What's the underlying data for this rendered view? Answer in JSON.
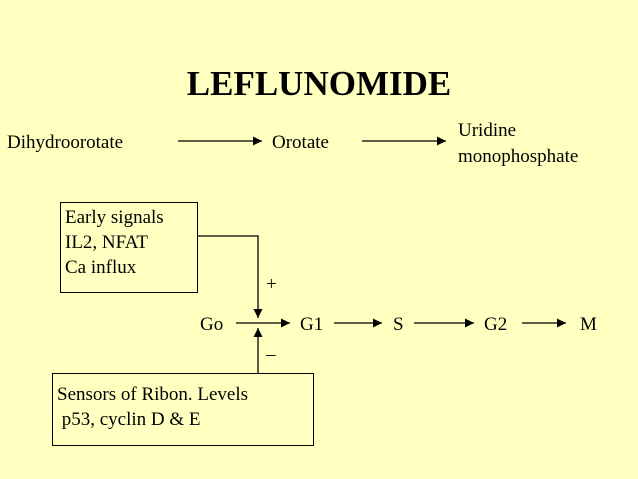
{
  "title": "LEFLUNOMIDE",
  "pathway": {
    "step1": "Dihydroorotate",
    "step2": "Orotate",
    "step3_line1": "Uridine",
    "step3_line2": "monophosphate"
  },
  "box_top": [
    "Early signals",
    "IL2, NFAT",
    "Ca influx"
  ],
  "box_bottom": [
    "Sensors of Ribon. Levels",
    " p53, cyclin D & E"
  ],
  "plus": "+",
  "minus": "–",
  "cycle": [
    "Go",
    "G1",
    "S",
    "G2",
    "M"
  ]
}
